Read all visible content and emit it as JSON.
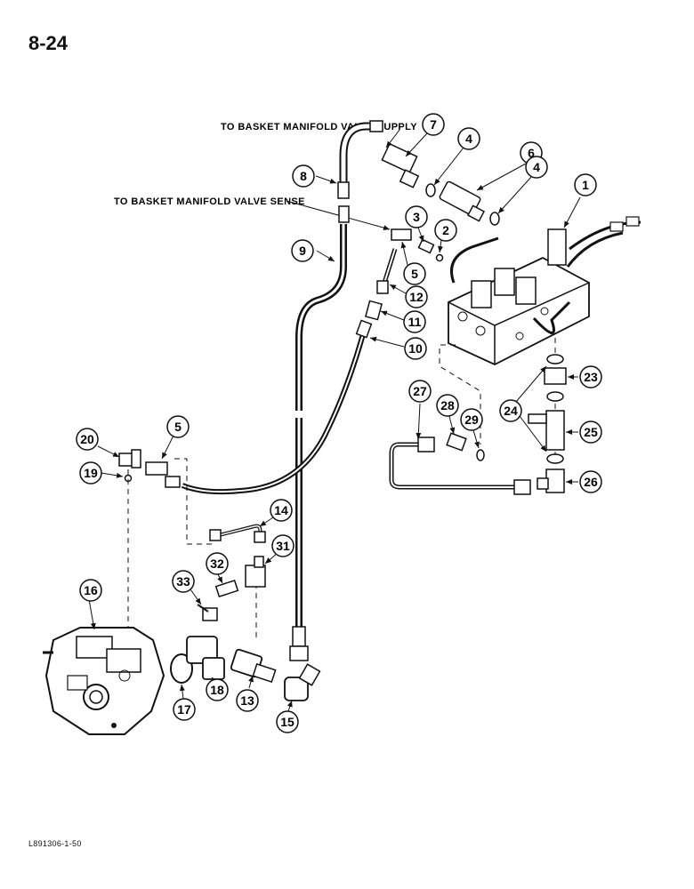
{
  "header": {
    "page_number": "8-24"
  },
  "footer": {
    "figure_code": "L891306-1-50"
  },
  "labels": {
    "supply": "TO BASKET MANIFOLD VALVE SUPPLY",
    "sense": "TO BASKET MANIFOLD VALVE SENSE"
  },
  "callouts": [
    "1",
    "2",
    "3",
    "4",
    "4",
    "5",
    "5",
    "6",
    "7",
    "8",
    "9",
    "10",
    "11",
    "12",
    "13",
    "14",
    "15",
    "16",
    "17",
    "18",
    "19",
    "20",
    "23",
    "24",
    "25",
    "26",
    "27",
    "28",
    "29",
    "31",
    "32",
    "33"
  ],
  "colors": {
    "ink": "#111111",
    "paper": "#ffffff"
  }
}
